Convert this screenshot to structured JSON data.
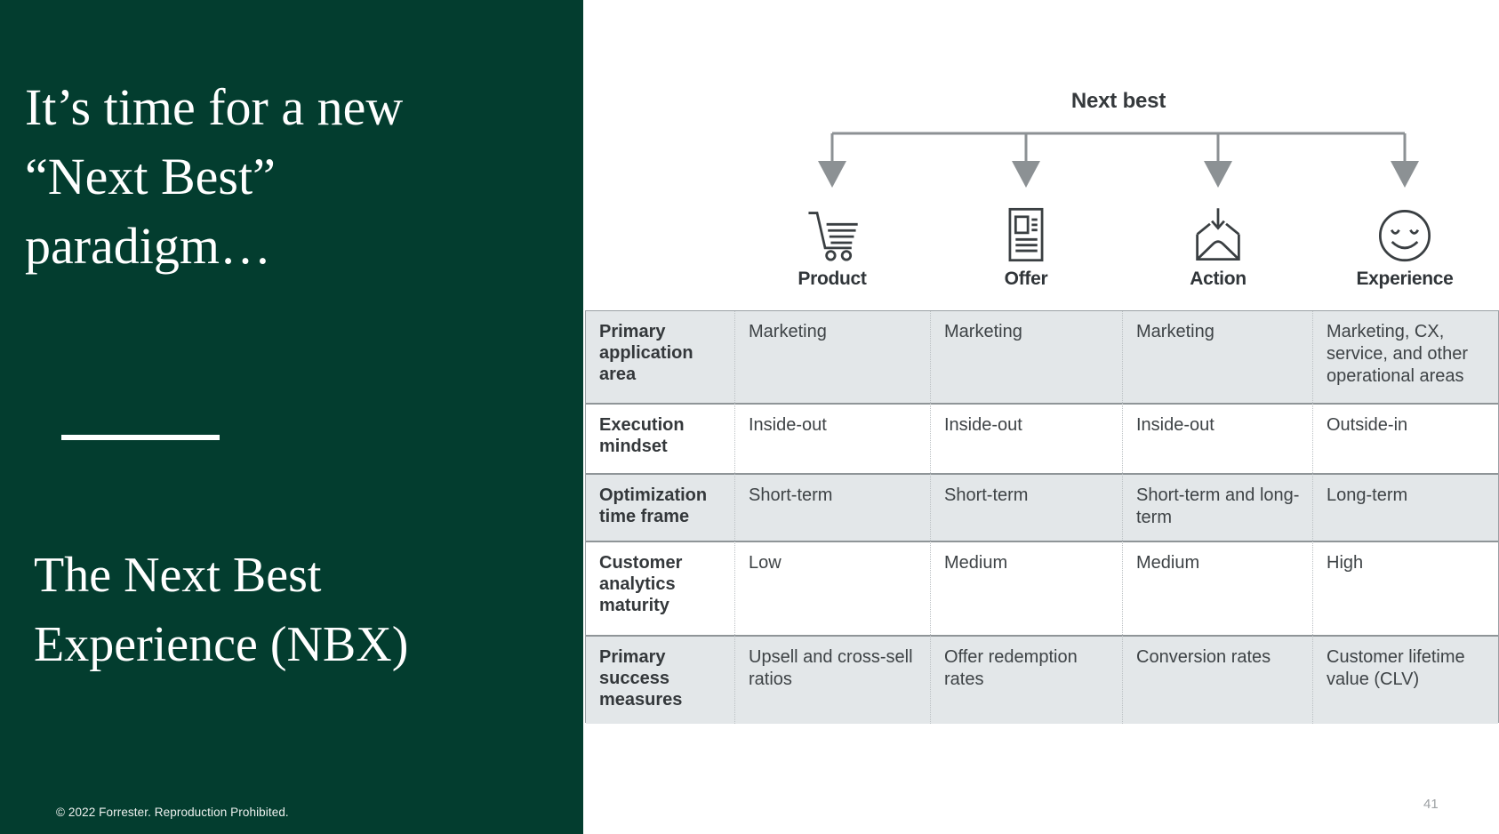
{
  "slide": {
    "title_lines": [
      "It’s time for a new",
      "“Next Best”",
      "paradigm…"
    ],
    "subtitle_lines": [
      "The Next Best",
      "Experience (NBX)"
    ],
    "footer": "© 2022 Forrester. Reproduction Prohibited.",
    "page_number": "41"
  },
  "diagram": {
    "title": "Next best",
    "columns": [
      {
        "label": "Product",
        "icon": "shopping-cart-icon"
      },
      {
        "label": "Offer",
        "icon": "flyer-document-icon"
      },
      {
        "label": "Action",
        "icon": "envelope-download-icon"
      },
      {
        "label": "Experience",
        "icon": "smiley-face-icon"
      }
    ]
  },
  "table": {
    "rows": [
      {
        "header": "Primary application area",
        "cells": [
          "Marketing",
          "Marketing",
          "Marketing",
          "Marketing, CX, service, and other operational areas"
        ]
      },
      {
        "header": "Execution mindset",
        "cells": [
          "Inside-out",
          "Inside-out",
          "Inside-out",
          "Outside-in"
        ]
      },
      {
        "header": "Optimization time frame",
        "cells": [
          "Short-term",
          "Short-term",
          "Short-term and long-term",
          "Long-term"
        ]
      },
      {
        "header": "Customer analytics maturity",
        "cells": [
          "Low",
          "Medium",
          "Medium",
          "High"
        ]
      },
      {
        "header": "Primary success measures",
        "cells": [
          "Upsell and cross-sell ratios",
          "Offer redemption rates",
          "Conversion rates",
          "Customer lifetime value (CLV)"
        ]
      }
    ]
  },
  "colors": {
    "panel_green": "#033d2f",
    "table_row_gray": "#e3e7e9",
    "connector_gray": "#8c9194",
    "text_dark": "#35393c"
  }
}
